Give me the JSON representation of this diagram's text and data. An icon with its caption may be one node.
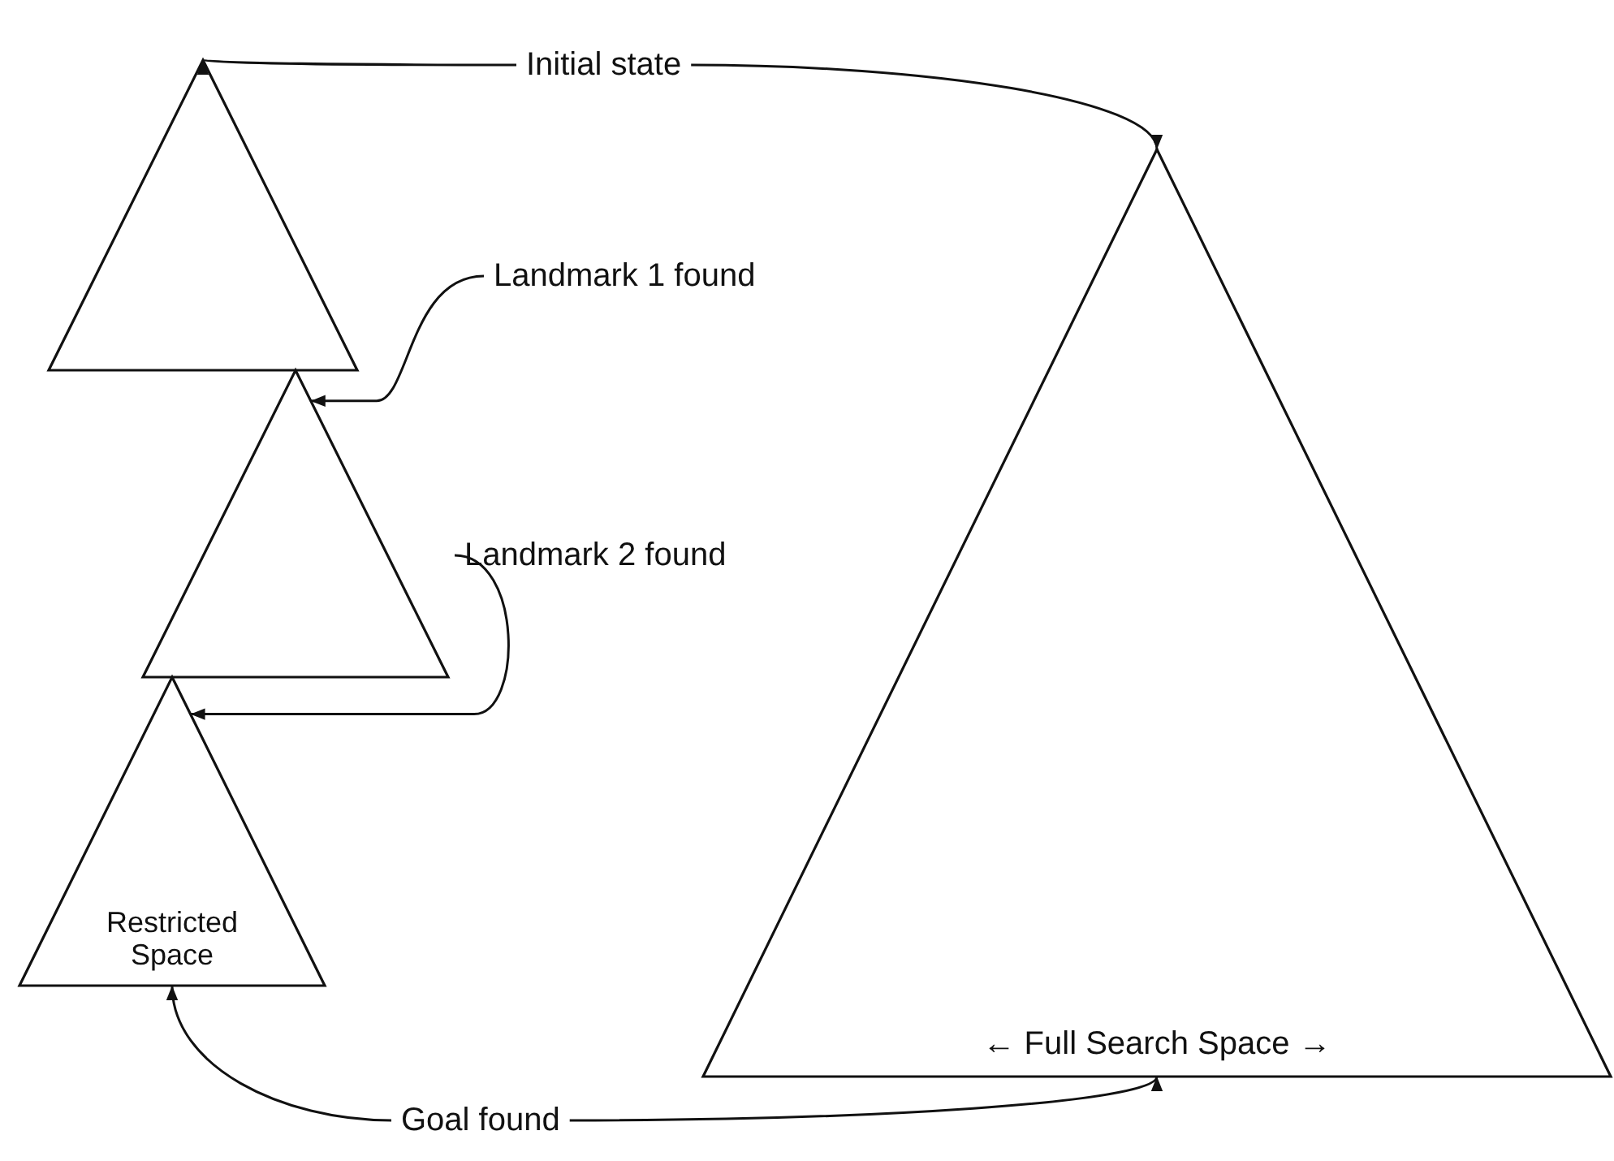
{
  "diagram": {
    "nodes": [
      {
        "text": [],
        "shape": "triangle"
      },
      {
        "text": [],
        "shape": "triangle"
      },
      {
        "text": [
          "Restricted Space"
        ]
      },
      {
        "text": [
          "← Full Search Space →"
        ]
      },
      {
        "text": [
          "Initial state"
        ]
      },
      {
        "text": [
          "Landmark 1 found"
        ]
      },
      {
        "text": [
          "Landmark 2 found"
        ]
      },
      {
        "text": [
          "Goal found"
        ]
      }
    ],
    "edges": [
      {
        "from": 4,
        "to": 0,
        "arrow": "to"
      },
      {
        "from": 4,
        "to": 3,
        "arrow": "to"
      },
      {
        "from": 5,
        "to": 1,
        "arrow": "to"
      },
      {
        "from": 6,
        "to": 2,
        "arrow": "to"
      },
      {
        "from": 7,
        "to": 2,
        "arrow": "to"
      },
      {
        "from": 7,
        "to": 3,
        "arrow": "to"
      }
    ]
  }
}
